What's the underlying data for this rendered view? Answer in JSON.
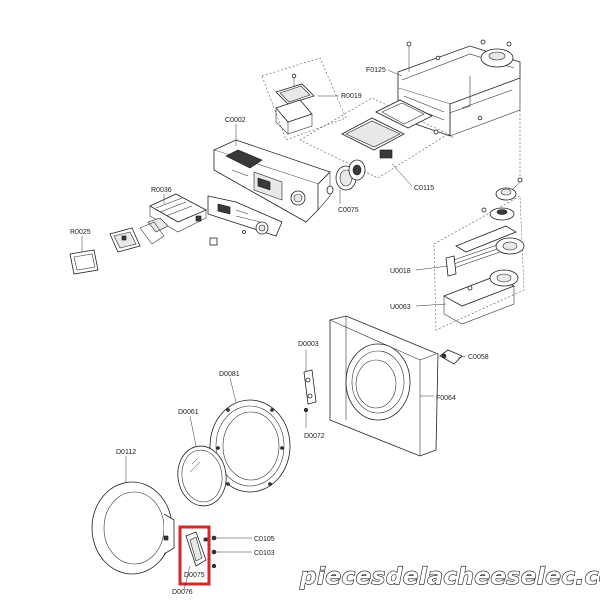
{
  "labels": {
    "F0125": "F0125",
    "R0019": "R0019",
    "C0002": "C0002",
    "C0115": "C0115",
    "R0036": "R0036",
    "C0075": "C0075",
    "R0025": "R0025",
    "U0018": "U0018",
    "U0063": "U0063",
    "D0003": "D0003",
    "C0058": "C0058",
    "D0081": "D0081",
    "F0064": "F0064",
    "D0061": "D0061",
    "D0072": "D0072",
    "D0112": "D0112",
    "C0105": "C0105",
    "C0103": "C0103",
    "D0075": "D0075",
    "D0076": "D0076"
  },
  "watermark": "piecesdelacheeselec.com",
  "colors": {
    "highlight": "#d62828",
    "line": "#333333",
    "watermark_stroke": "#111111"
  }
}
